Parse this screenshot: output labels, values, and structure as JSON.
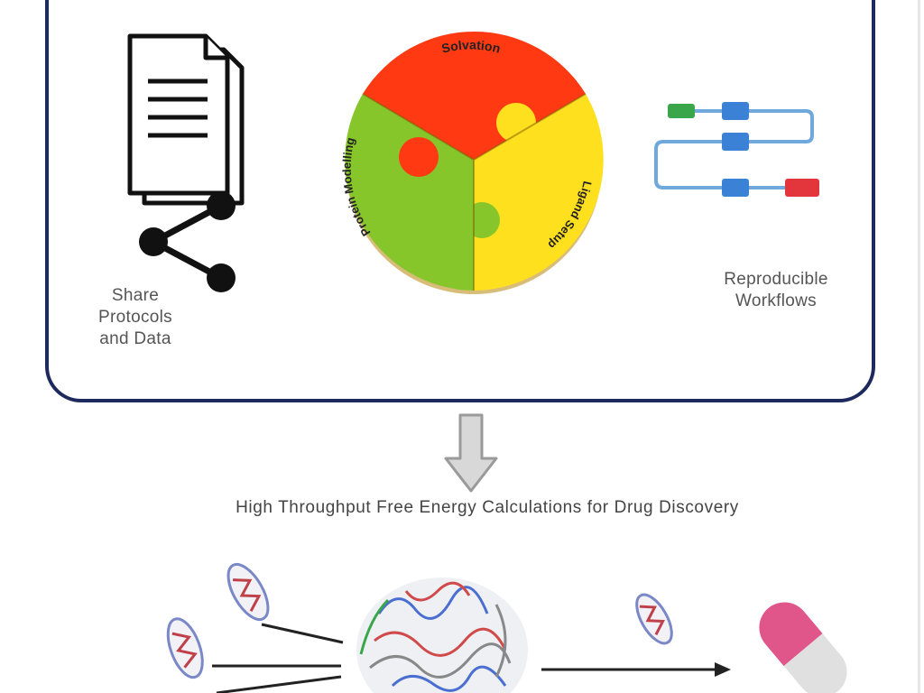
{
  "puzzle": {
    "pieces": [
      {
        "key": "top",
        "text": "Solvation",
        "color": "#ff3a12"
      },
      {
        "key": "left",
        "text": "Protein Modelling",
        "color": "#86c62a"
      },
      {
        "key": "right",
        "text": "Ligand Setup",
        "color": "#ffe01e"
      }
    ]
  },
  "left_group": {
    "label_lines": [
      "Share",
      "Protocols",
      "and Data"
    ]
  },
  "right_group": {
    "label_lines": [
      "Reproducible",
      "Workflows"
    ]
  },
  "caption": "High Throughput Free Energy Calculations for Drug Discovery",
  "colors": {
    "border": "#1e2a5e",
    "arrow": "#c8c8c8",
    "workflow_box": "#3b82d6",
    "workflow_start": "#3aa64a",
    "workflow_end": "#e2363c",
    "pill": "#e0558a"
  }
}
